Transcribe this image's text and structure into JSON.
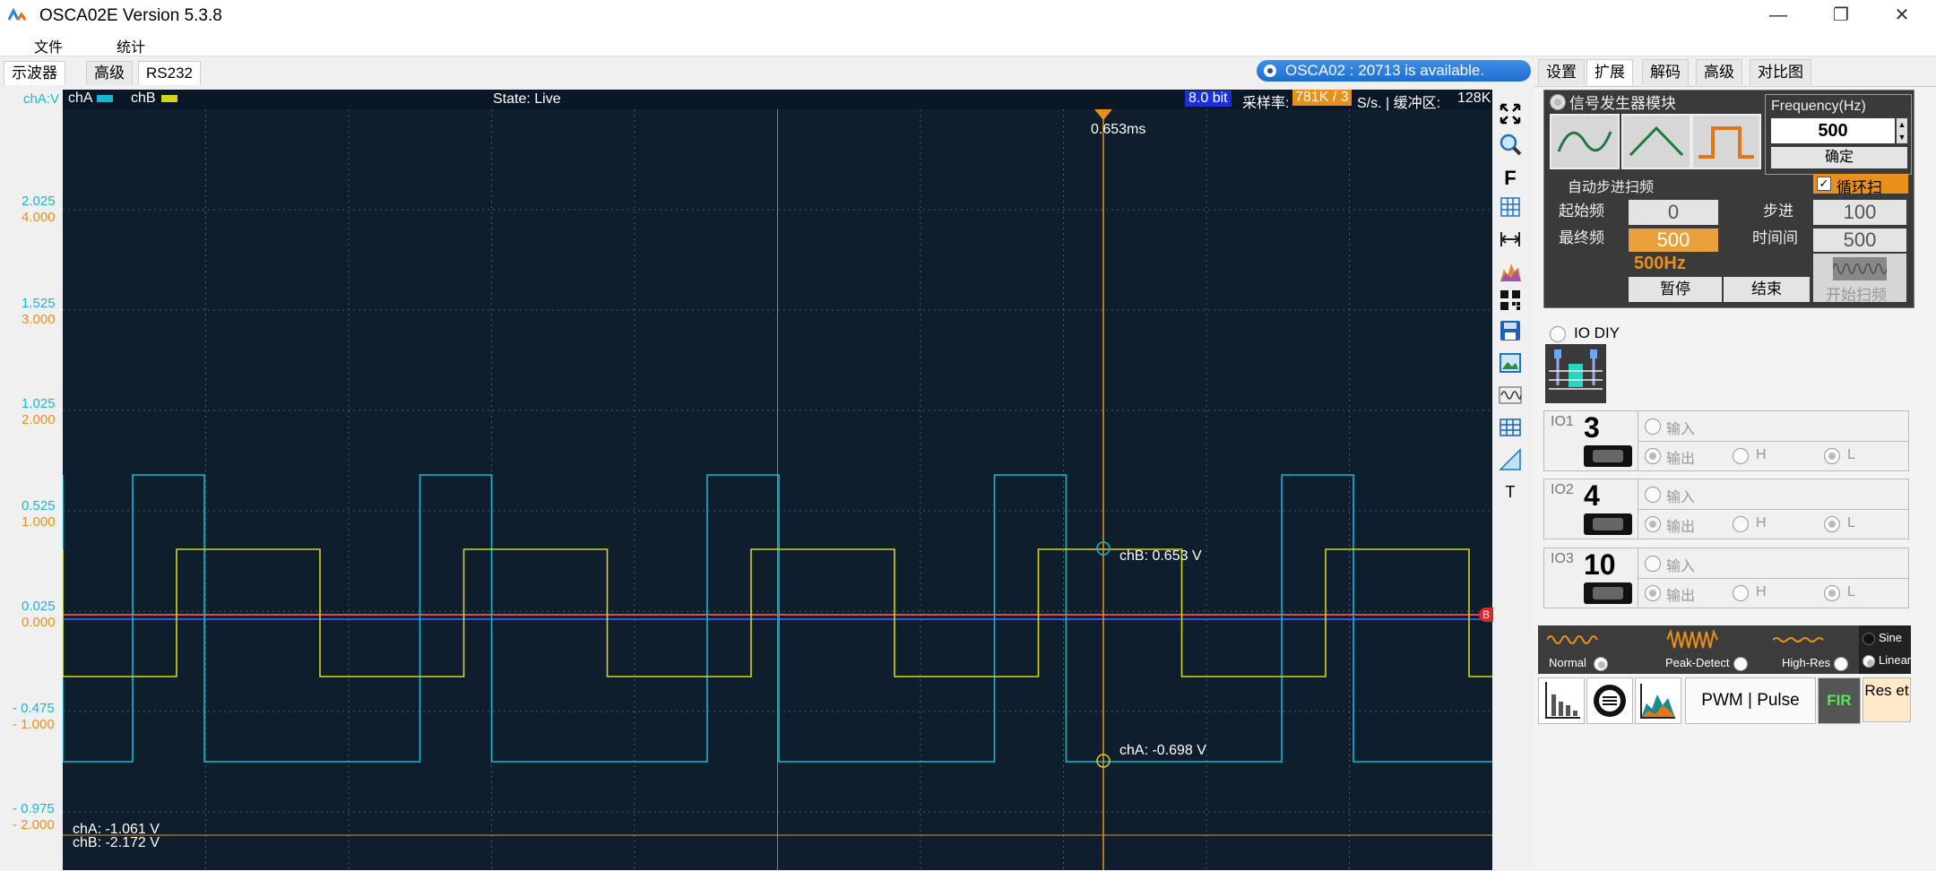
{
  "window": {
    "title": "OSCA02E  Version 5.3.8"
  },
  "menu": [
    "文件",
    "统计"
  ],
  "left_tabs": [
    "示波器",
    "高级",
    "RS232"
  ],
  "banner": "OSCA02 : 20713 is available.",
  "scope": {
    "chA_label": "chA",
    "chB_label": "chB",
    "chA_axis_title": "chA:V",
    "state": "State: Live",
    "bits": "8.0 bit",
    "sample_label": "采样率:",
    "sample_rate": "781K / 3",
    "sample_unit": "S/s. | 缓冲区:",
    "buffer": "128K",
    "cursor_time": "0.653ms",
    "cursor_b": "chB: 0.653 V",
    "cursor_a": "chA: -0.698 V",
    "bottom_a": "chA: -1.061 V",
    "bottom_b": "chB: -2.172 V",
    "trigger_marker": "B",
    "y_labels": [
      {
        "a": "2.025",
        "b": "4.000"
      },
      {
        "a": "1.525",
        "b": "3.000"
      },
      {
        "a": "1.025",
        "b": "2.000"
      },
      {
        "a": "0.525",
        "b": "1.000"
      },
      {
        "a": "0.025",
        "b": "0.000"
      },
      {
        "a": "- 0.475",
        "b": "- 1.000"
      },
      {
        "a": "- 0.975",
        "b": "- 2.000"
      }
    ],
    "colors": {
      "chA": "#17b7d1",
      "chB": "#d6d21e",
      "cursor": "#e8901a",
      "bg": "#0f1e2d"
    }
  },
  "toolbar_icons": [
    "fit-icon",
    "zoom-icon",
    "F",
    "grid-icon",
    "measure-icon",
    "spectrum-icon",
    "qr-icon",
    "save-icon",
    "image-icon",
    "wave-icon",
    "table-icon",
    "ruler-icon",
    "T"
  ],
  "right_tabs": [
    "设置",
    "扩展",
    "解码",
    "高级",
    "对比图"
  ],
  "siggen": {
    "title": "信号发生器模块",
    "freq_label": "Frequency(Hz)",
    "freq_value": "500",
    "confirm": "确定",
    "sweep_label": "自动步进扫频",
    "loop_label": "循环扫",
    "start_label": "起始频",
    "start_value": "0",
    "end_label": "最终频",
    "end_value": "500",
    "step_label": "步进",
    "step_value": "100",
    "time_label": "时间间",
    "time_value": "500",
    "current": "500Hz",
    "pause": "暂停",
    "stop": "结束",
    "start_sweep": "开始扫频"
  },
  "io_diy": {
    "label": "IO DIY",
    "items": [
      {
        "lbl": "IO1",
        "num": "3"
      },
      {
        "lbl": "IO2",
        "num": "4"
      },
      {
        "lbl": "IO3",
        "num": "10"
      }
    ],
    "in": "输入",
    "out": "输出",
    "h": "H",
    "l": "L"
  },
  "acq": {
    "normal": "Normal",
    "peak": "Peak-Detect",
    "hires": "High-Res",
    "sine": "Sine",
    "linear": "Linear"
  },
  "bottom_btns": {
    "pwm": "PWM | Pulse",
    "fir": "FIR",
    "reset": "Res et"
  }
}
